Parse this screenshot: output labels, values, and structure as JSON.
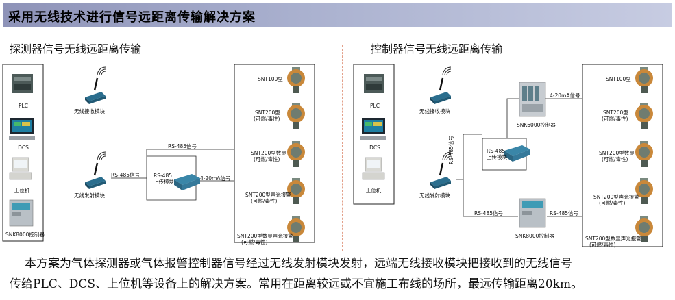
{
  "header": {
    "title": "采用无线技术进行信号远距离传输解决方案"
  },
  "left_panel": {
    "title": "探测器信号无线远距离传输",
    "receivers": [
      "PLC",
      "DCS",
      "上位机",
      "SNK8000控制器"
    ],
    "receive_module": "无线接收模块",
    "send_module": "无线发射模块",
    "rs485_label_top": "RS-485信号",
    "rs485_label_left": "RS-485信号",
    "upload_module": [
      "RS-485",
      "上传模块"
    ],
    "signal_4_20": "4-20mA信号",
    "detectors": [
      [
        "SNT100型"
      ],
      [
        "SNT200型",
        "(可燃/毒性)"
      ],
      [
        "SNT200型数显",
        "(可燃/毒性)"
      ],
      [
        "SNT200型声光报警",
        "(可燃/毒性)"
      ],
      [
        "SNT200型数显声光报警",
        "(可燃/毒性)"
      ]
    ]
  },
  "right_panel": {
    "title": "控制器信号无线远距离传输",
    "receivers": [
      "PLC",
      "DCS",
      "上位机"
    ],
    "receive_module": "无线接收模块",
    "send_module": "无线发射模块",
    "upload_module": [
      "RS-485",
      "上传模块"
    ],
    "rs485_vertical": "RS-485信号",
    "rs485_bottom_left": "RS-485信号",
    "rs485_bottom_right": "RS-485信号",
    "signal_4_20": "4-20mA信号",
    "snk6000": "SNK6000控制器",
    "snk8000": "SNK8000控制器",
    "detectors": [
      [
        "SNT100型"
      ],
      [
        "SNT200型",
        "(可燃/毒性)"
      ],
      [
        "SNT200型数显",
        "(可燃/毒性)"
      ],
      [
        "SNT200型声光报警",
        "(可燃/毒性)"
      ],
      [
        "SNT200型数显声光报警",
        "(可燃/毒性)"
      ]
    ]
  },
  "description": [
    "本方案为气体探测器或气体报警控制器信号经过无线发射模块发射，远端无线接收模块把接收到的无线信号",
    "传给PLC、DCS、上位机等设备上的解决方案。常用在距离较远或不宜施工布线的场所，最远传输距离20km。"
  ]
}
